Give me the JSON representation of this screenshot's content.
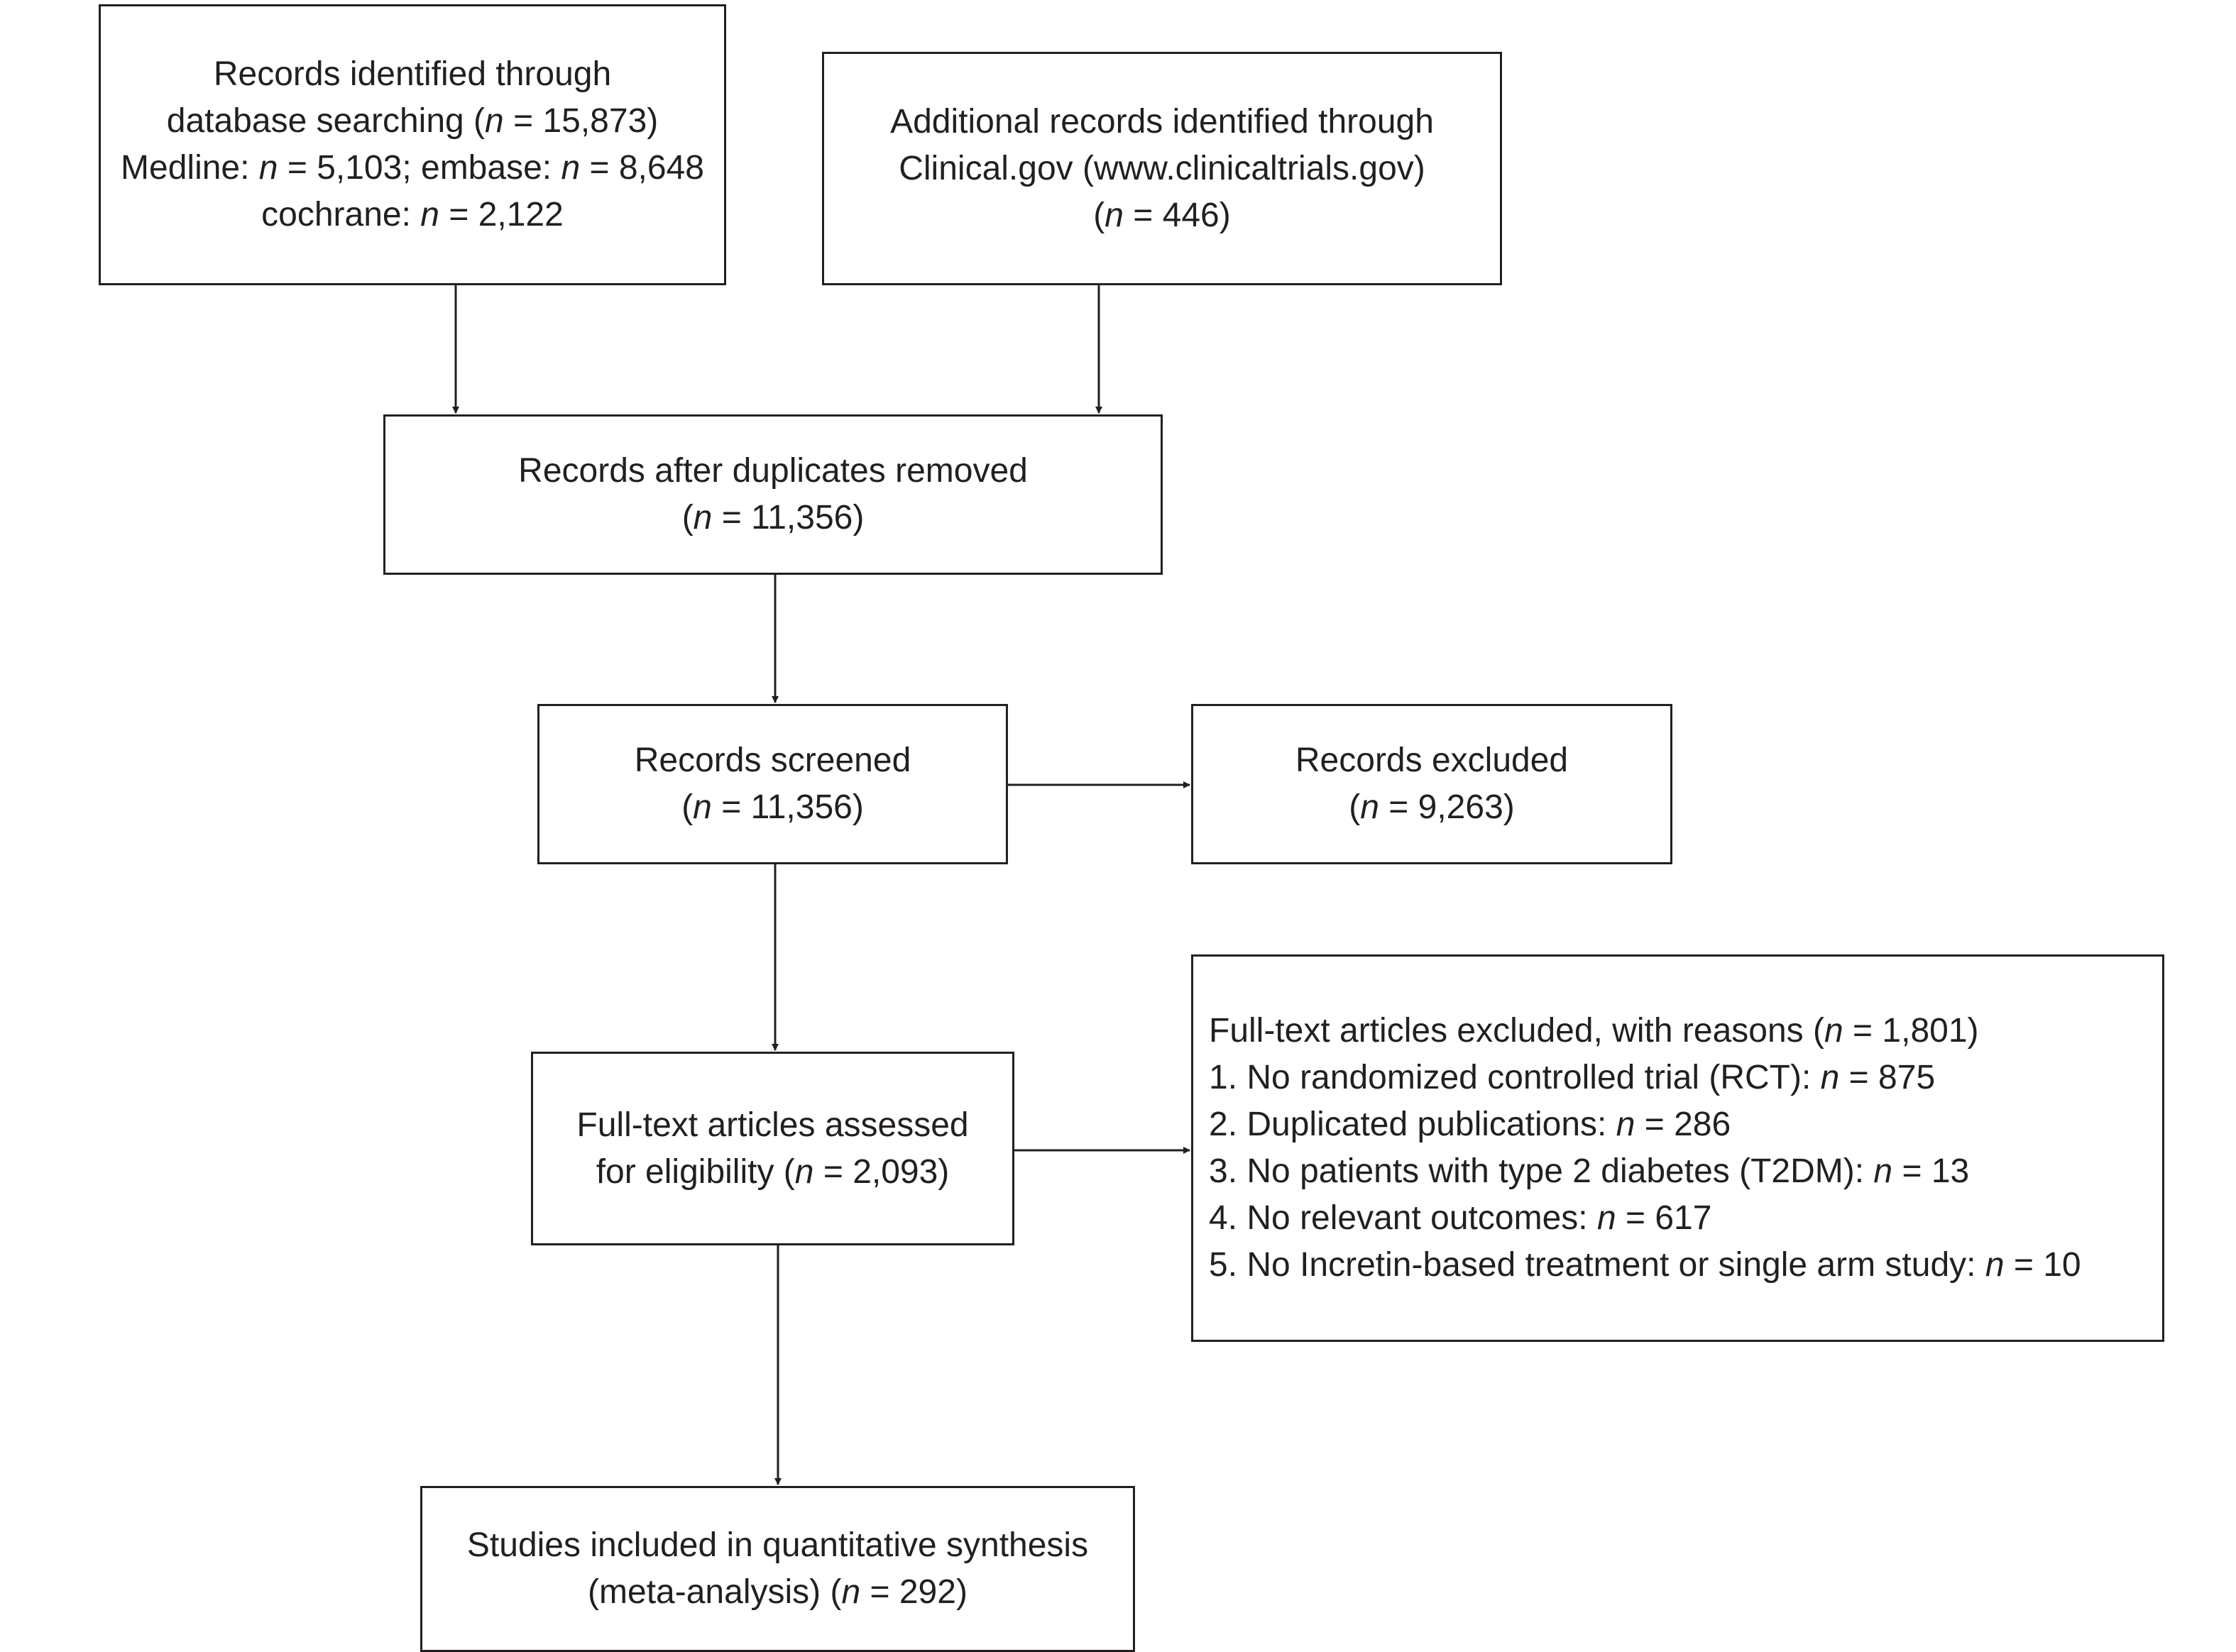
{
  "diagram": {
    "nodes": {
      "database_search": {
        "lines": [
          {
            "pre": "Records identified through"
          },
          {
            "pre": "database searching (",
            "var": "n",
            "post": " = 15,873)"
          },
          {
            "pre": "Medline: ",
            "var": "n",
            "post": " = 5,103; embase: ",
            "var2": "n",
            "post2": " = 8,648"
          },
          {
            "pre": "cochrane: ",
            "var": "n",
            "post": " = 2,122"
          }
        ]
      },
      "additional_records": {
        "lines": [
          {
            "pre": "Additional records identified through"
          },
          {
            "pre": "Clinical.gov (www.clinicaltrials.gov)"
          },
          {
            "pre": "(",
            "var": "n",
            "post": " = 446)"
          }
        ]
      },
      "duplicates_removed": {
        "lines": [
          {
            "pre": "Records after duplicates removed"
          },
          {
            "pre": "(",
            "var": "n",
            "post": " = 11,356)"
          }
        ]
      },
      "records_screened": {
        "lines": [
          {
            "pre": "Records screened"
          },
          {
            "pre": "(",
            "var": "n",
            "post": " = 11,356)"
          }
        ]
      },
      "records_excluded": {
        "lines": [
          {
            "pre": "Records excluded"
          },
          {
            "pre": "(",
            "var": "n",
            "post": " = 9,263)"
          }
        ]
      },
      "fulltext_assessed": {
        "lines": [
          {
            "pre": "Full-text articles assessed"
          },
          {
            "pre": "for eligibility (",
            "var": "n",
            "post": " = 2,093)"
          }
        ]
      },
      "fulltext_excluded": {
        "lines": [
          {
            "pre": "Full-text articles excluded, with reasons (",
            "var": "n",
            "post": " = 1,801)"
          },
          {
            "pre": "1. No randomized controlled trial (RCT): ",
            "var": "n",
            "post": " = 875"
          },
          {
            "pre": "2. Duplicated publications: ",
            "var": "n",
            "post": " = 286"
          },
          {
            "pre": "3. No patients with type 2 diabetes (T2DM): ",
            "var": "n",
            "post": " = 13"
          },
          {
            "pre": "4. No relevant outcomes: ",
            "var": "n",
            "post": " = 617"
          },
          {
            "pre": "5. No Incretin-based treatment or single arm study: ",
            "var": "n",
            "post": " = 10"
          }
        ]
      },
      "studies_included": {
        "lines": [
          {
            "pre": "Studies included in quantitative synthesis"
          },
          {
            "pre": "(meta-analysis) (",
            "var": "n",
            "post": " = 292)"
          }
        ]
      }
    },
    "edges": [
      {
        "from": "database_search",
        "to": "duplicates_removed"
      },
      {
        "from": "additional_records",
        "to": "duplicates_removed"
      },
      {
        "from": "duplicates_removed",
        "to": "records_screened"
      },
      {
        "from": "records_screened",
        "to": "records_excluded"
      },
      {
        "from": "records_screened",
        "to": "fulltext_assessed"
      },
      {
        "from": "fulltext_assessed",
        "to": "fulltext_excluded"
      },
      {
        "from": "fulltext_assessed",
        "to": "studies_included"
      }
    ],
    "colors": {
      "stroke": "#231f20",
      "background": "#ffffff"
    }
  }
}
